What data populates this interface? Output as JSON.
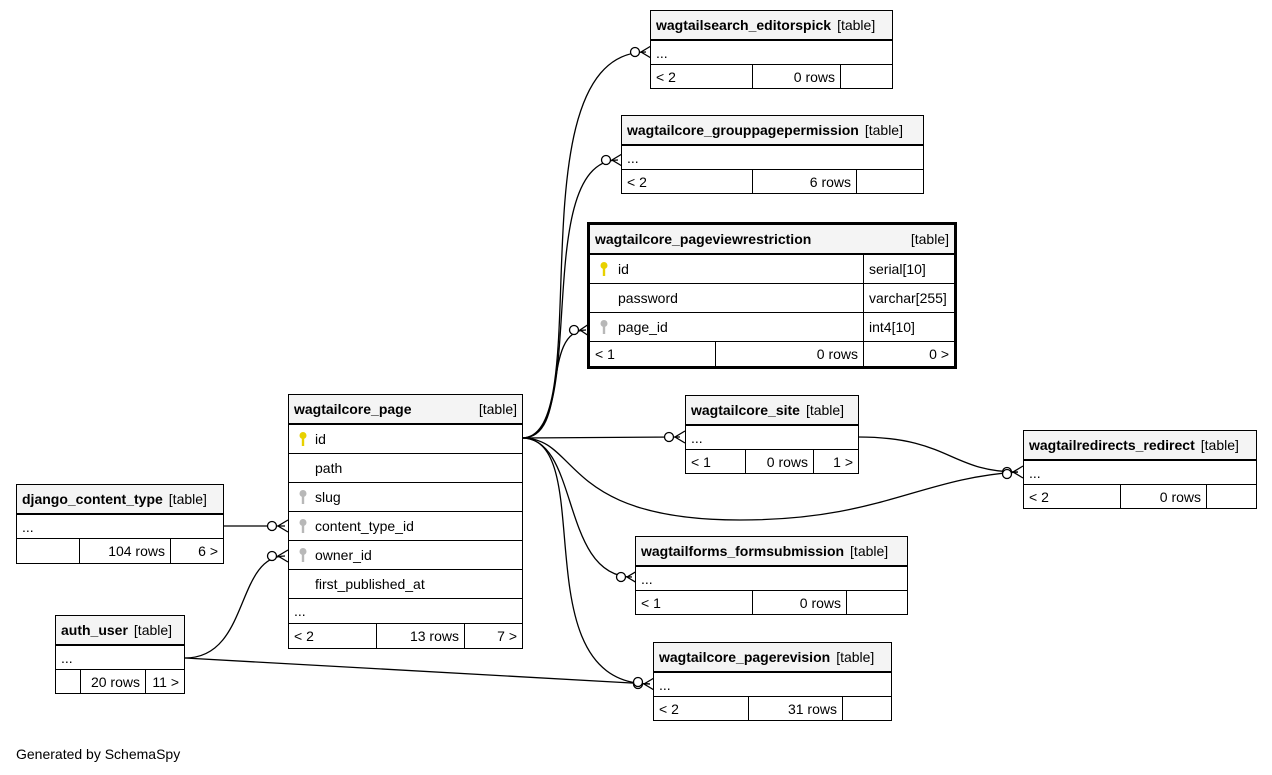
{
  "footer": "Generated by SchemaSpy",
  "tables": {
    "editorspick": {
      "name": "wagtailsearch_editorspick",
      "type": "[table]",
      "rows": [
        "..."
      ],
      "stats": {
        "parents": "< 2",
        "rows": "0 rows",
        "children": ""
      }
    },
    "grouppagepermission": {
      "name": "wagtailcore_grouppagepermission",
      "type": "[table]",
      "rows": [
        "..."
      ],
      "stats": {
        "parents": "< 2",
        "rows": "6 rows",
        "children": ""
      }
    },
    "pageviewrestriction": {
      "name": "wagtailcore_pageviewrestriction",
      "type": "[table]",
      "columns": [
        {
          "name": "id",
          "type": "serial[10]",
          "key": "primary"
        },
        {
          "name": "password",
          "type": "varchar[255]",
          "key": "none"
        },
        {
          "name": "page_id",
          "type": "int4[10]",
          "key": "foreign"
        }
      ],
      "stats": {
        "parents": "< 1",
        "rows": "0 rows",
        "children": "0 >"
      }
    },
    "site": {
      "name": "wagtailcore_site",
      "type": "[table]",
      "rows": [
        "..."
      ],
      "stats": {
        "parents": "< 1",
        "rows": "0 rows",
        "children": "1 >"
      }
    },
    "redirect": {
      "name": "wagtailredirects_redirect",
      "type": "[table]",
      "rows": [
        "..."
      ],
      "stats": {
        "parents": "< 2",
        "rows": "0 rows",
        "children": ""
      }
    },
    "page": {
      "name": "wagtailcore_page",
      "type": "[table]",
      "rows": [
        {
          "name": "id",
          "key": "primary"
        },
        {
          "name": "path",
          "key": "none"
        },
        {
          "name": "slug",
          "key": "index"
        },
        {
          "name": "content_type_id",
          "key": "index"
        },
        {
          "name": "owner_id",
          "key": "index"
        },
        {
          "name": "first_published_at",
          "key": "none"
        },
        {
          "name": "...",
          "key": "none"
        }
      ],
      "stats": {
        "parents": "< 2",
        "rows": "13 rows",
        "children": "7 >"
      }
    },
    "content_type": {
      "name": "django_content_type",
      "type": "[table]",
      "rows": [
        "..."
      ],
      "stats": {
        "parents": "",
        "rows": "104 rows",
        "children": "6 >"
      }
    },
    "formsubmission": {
      "name": "wagtailforms_formsubmission",
      "type": "[table]",
      "rows": [
        "..."
      ],
      "stats": {
        "parents": "< 1",
        "rows": "0 rows",
        "children": ""
      }
    },
    "auth_user": {
      "name": "auth_user",
      "type": "[table]",
      "rows": [
        "..."
      ],
      "stats": {
        "parents": "",
        "rows": "20 rows",
        "children": "11 >"
      }
    },
    "pagerevision": {
      "name": "wagtailcore_pagerevision",
      "type": "[table]",
      "rows": [
        "..."
      ],
      "stats": {
        "parents": "< 2",
        "rows": "31 rows",
        "children": ""
      }
    }
  },
  "colors": {
    "line": "#000000",
    "header_bg": "#f4f4f4",
    "primary_key": "#e8d100",
    "index_key": "#b8b8b8"
  }
}
